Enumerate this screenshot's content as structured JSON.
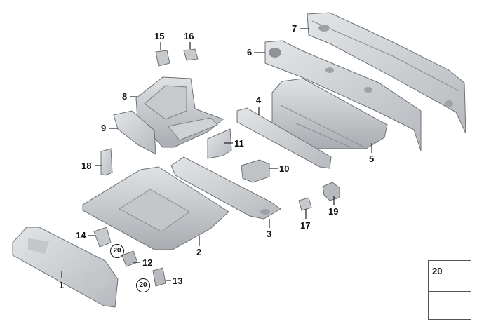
{
  "diagram": {
    "callouts": {
      "c1": "1",
      "c2": "2",
      "c3": "3",
      "c4": "4",
      "c5": "5",
      "c6": "6",
      "c7": "7",
      "c8": "8",
      "c9": "9",
      "c10": "10",
      "c11": "11",
      "c12": "12",
      "c13": "13",
      "c14": "14",
      "c15": "15",
      "c16": "16",
      "c17": "17",
      "c18": "18",
      "c19": "19"
    },
    "circled_refs": {
      "r12": "20",
      "r13": "20"
    },
    "legend": {
      "label": "20"
    }
  },
  "colors": {
    "part_fill": "#d6d9dc",
    "part_shade": "#b9bdc1",
    "outline": "#6d7175",
    "line": "#222222"
  }
}
